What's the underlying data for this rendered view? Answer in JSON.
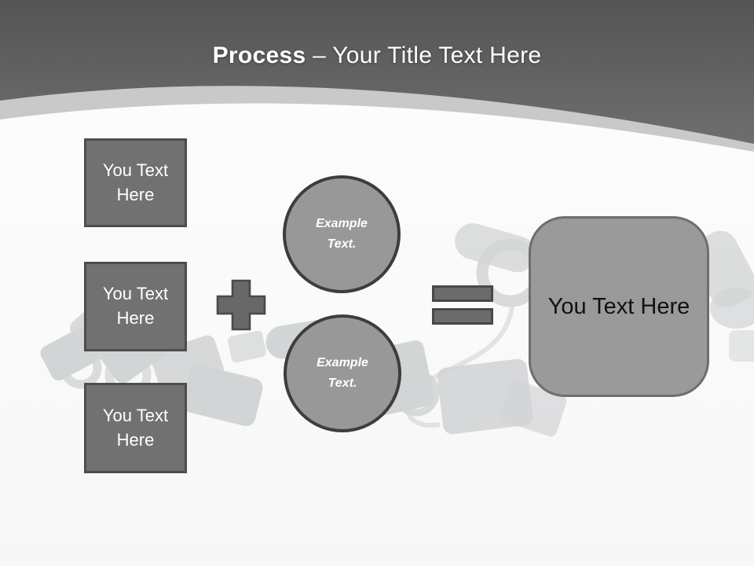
{
  "slide": {
    "header": {
      "title_bold": "Process",
      "title_rest": "– Your Title Text Here"
    },
    "left_boxes": [
      {
        "label": "You Text Here"
      },
      {
        "label": "You Text Here"
      },
      {
        "label": "You Text Here"
      }
    ],
    "operators": [
      {
        "icon": "plus-icon"
      },
      {
        "icon": "equals-icon"
      }
    ],
    "circles": [
      {
        "label": "Example Text."
      },
      {
        "label": "Example Text."
      }
    ],
    "result_box": {
      "label": "You Text Here"
    },
    "background": {
      "image_description": "faint grayscale robotic arm photo"
    },
    "colors": {
      "header_gradient_top": "#555555",
      "header_gradient_bottom": "#717171",
      "curve_band": "#c9c9c9",
      "content_background": "#f8f8f8",
      "square_fill": "#717171",
      "square_border": "#4d4d4d",
      "circle_fill": "#989898",
      "circle_border": "#3d3d3d",
      "operator_fill": "#686868",
      "operator_border": "#4a4a4a",
      "result_fill": "#9a9a9a",
      "result_border": "#6e6e6e",
      "title_text": "#ffffff",
      "square_text": "#ffffff",
      "circle_text": "#ffffff",
      "result_text": "#111111"
    }
  }
}
